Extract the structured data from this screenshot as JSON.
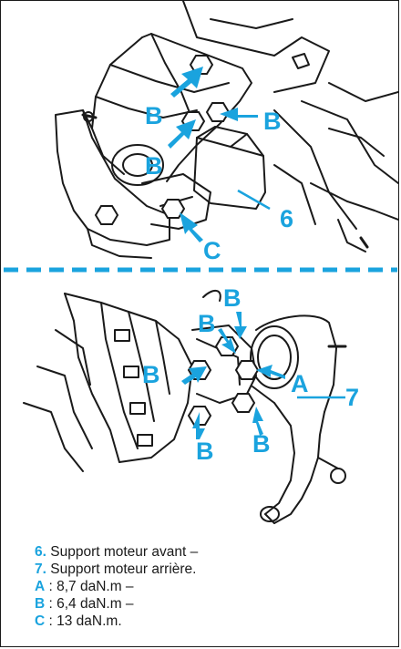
{
  "colors": {
    "accent": "#1aa3de",
    "ink": "#1a1a1a",
    "background": "#ffffff"
  },
  "figure_top": {
    "labels": {
      "b1": "B",
      "b2": "B",
      "b3": "B",
      "c": "C",
      "part": "6"
    }
  },
  "figure_bottom": {
    "labels": {
      "b_top1": "B",
      "b_top2": "B",
      "b_left": "B",
      "b_bottom": "B",
      "b_right": "B",
      "a": "A",
      "part": "7"
    }
  },
  "caption": {
    "items": [
      {
        "key": "6.",
        "text": " Support moteur avant –"
      },
      {
        "key": "7.",
        "text": " Support moteur arrière."
      },
      {
        "key": "A",
        "text": " : 8,7 daN.m –"
      },
      {
        "key": "B",
        "text": " : 6,4 daN.m –"
      },
      {
        "key": "C",
        "text": " : 13 daN.m."
      }
    ]
  }
}
